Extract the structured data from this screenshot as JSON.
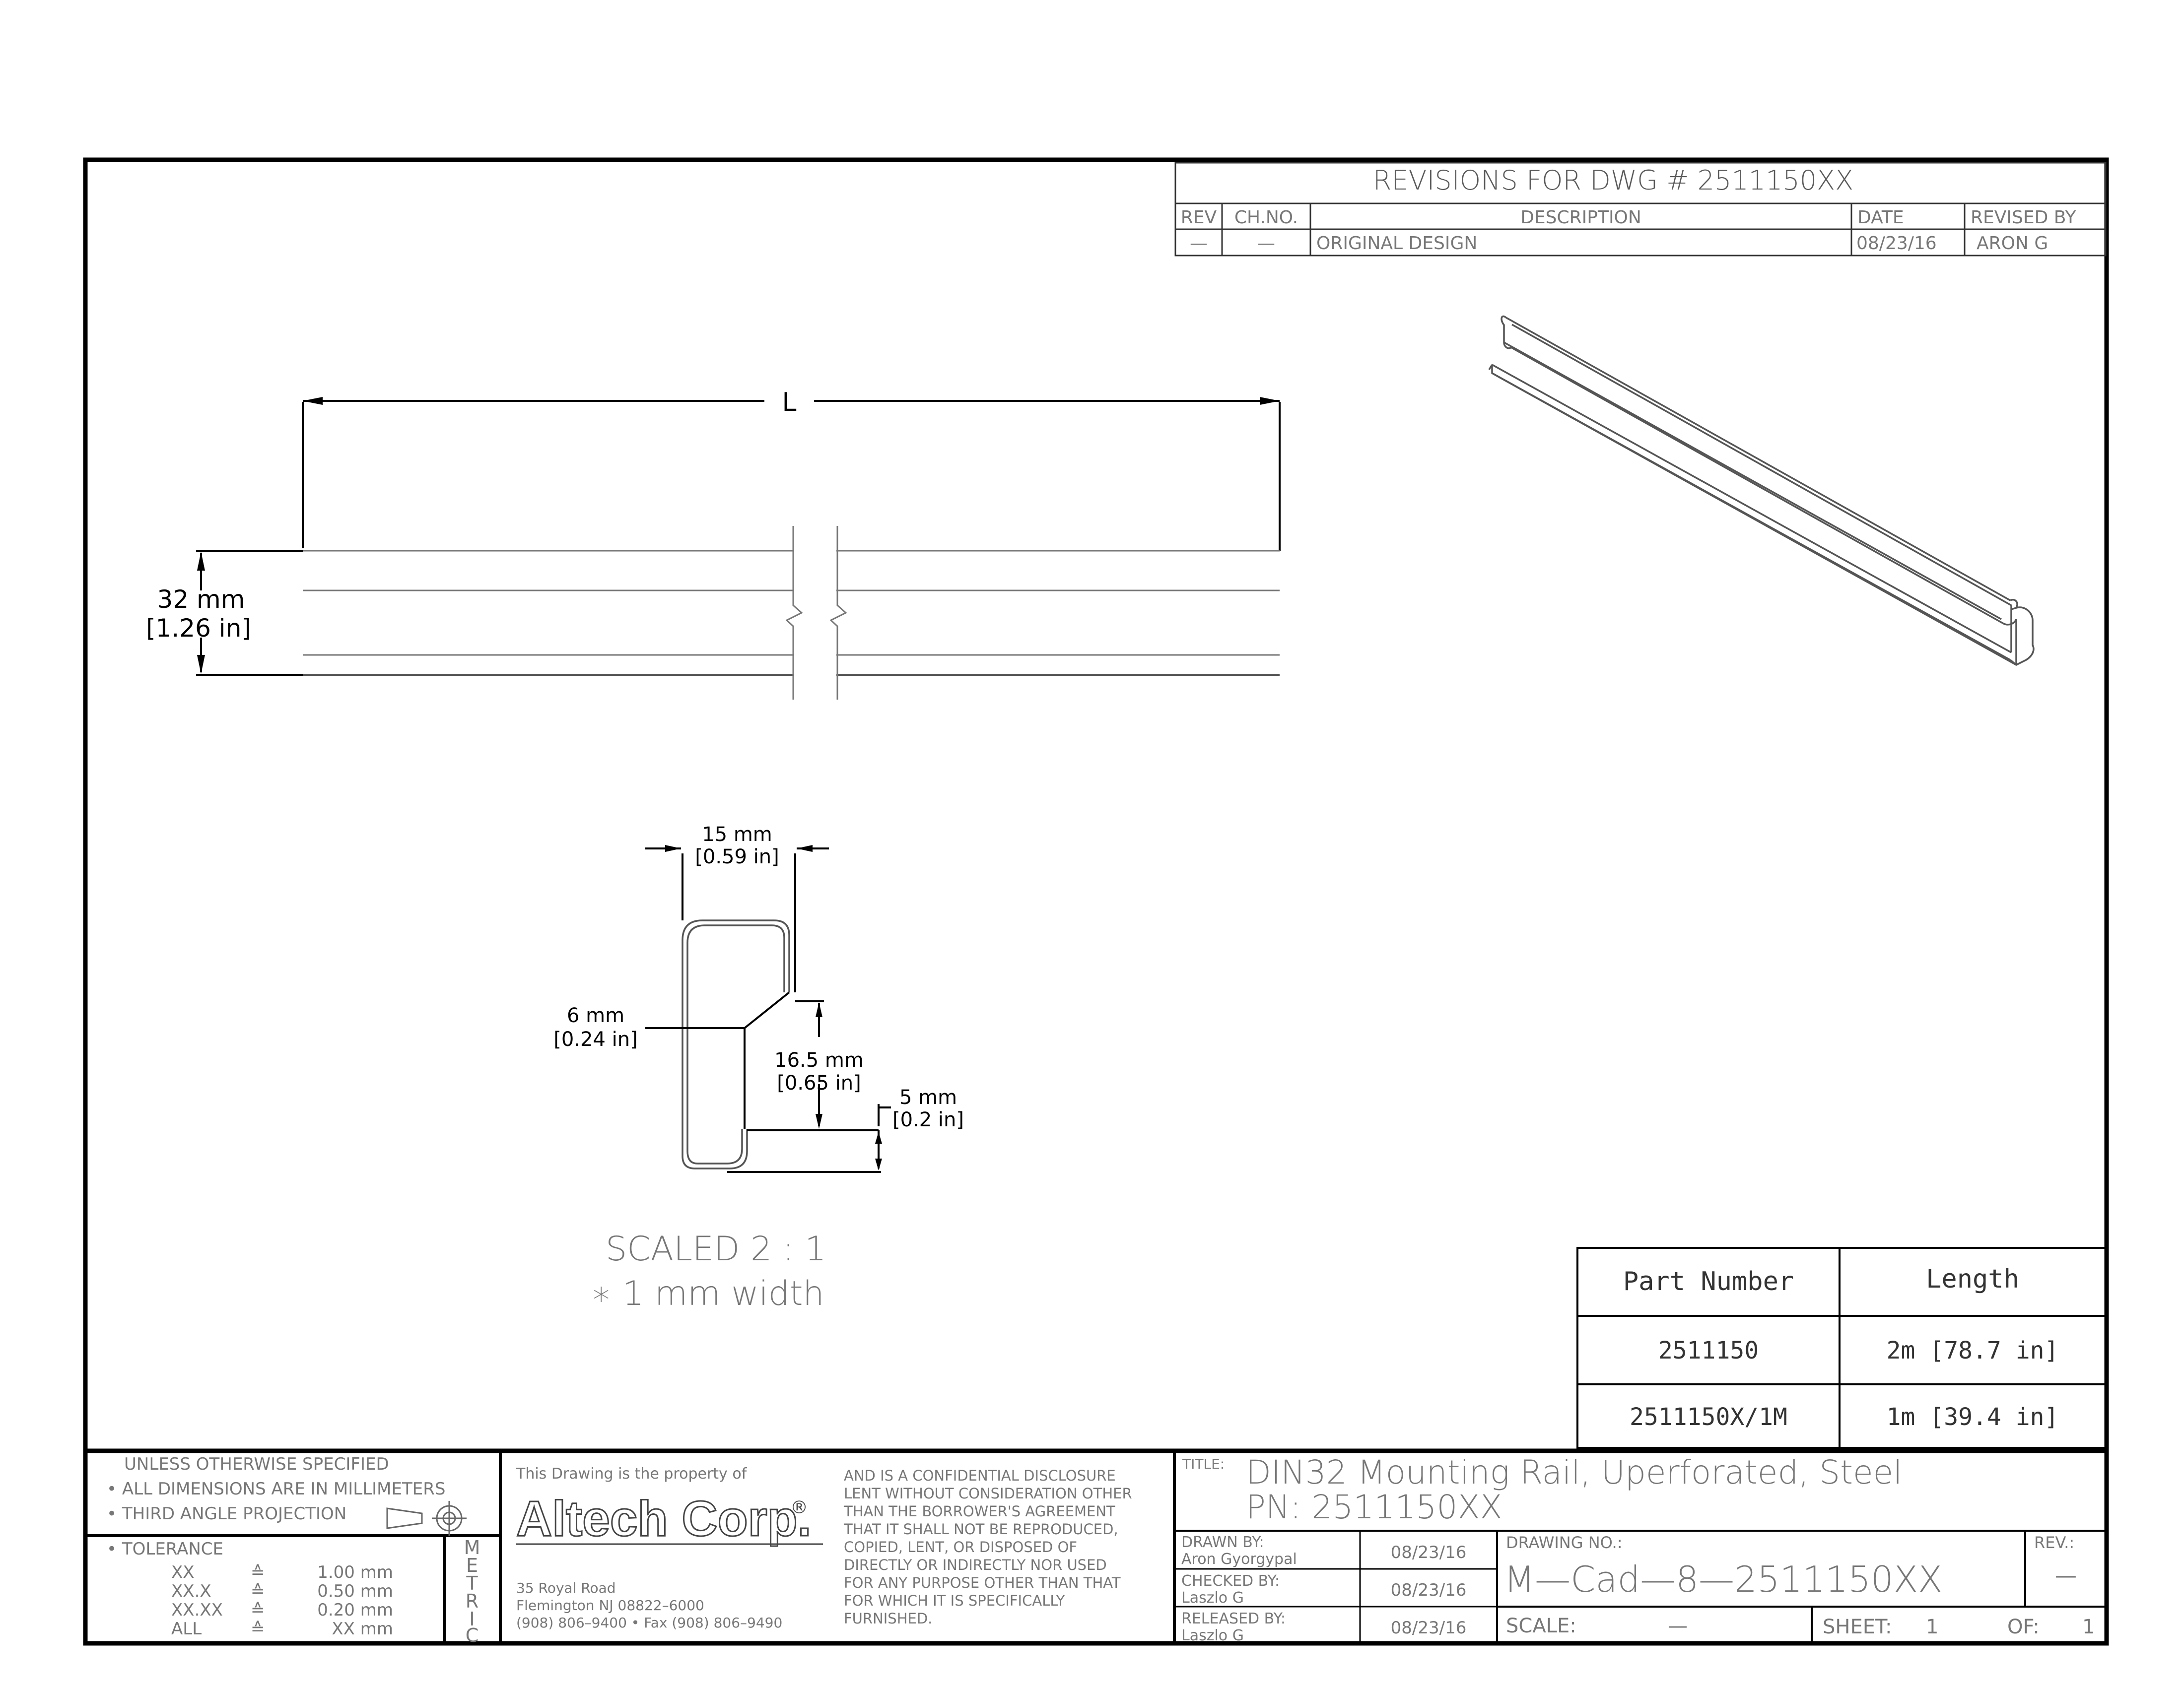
{
  "revisions": {
    "title": "REVISIONS FOR DWG # 2511150XX",
    "headers": [
      "REV",
      "CH.NO.",
      "DESCRIPTION",
      "DATE",
      "REVISED BY"
    ],
    "rows": [
      [
        "—",
        "—",
        "ORIGINAL DESIGN",
        "08/23/16",
        "ARON G"
      ]
    ]
  },
  "side_view": {
    "length_label": "L",
    "height_mm": "32 mm",
    "height_in": "[1.26 in]"
  },
  "profile": {
    "width_mm": "15 mm",
    "width_in": "[0.59 in]",
    "flange_mm": "6 mm",
    "flange_in": "[0.24 in]",
    "depth_mm": "16.5 mm",
    "depth_in": "[0.65 in]",
    "lip_mm": "5 mm",
    "lip_in": "[0.2 in]",
    "scale_note": "SCALED 2 : 1",
    "width_note": "∗ 1 mm width"
  },
  "parts_table": {
    "headers": [
      "Part Number",
      "Length"
    ],
    "rows": [
      [
        "2511150",
        "2m [78.7 in]"
      ],
      [
        "2511150X/1M",
        "1m [39.4 in]"
      ]
    ]
  },
  "notes": {
    "line1": "UNLESS OTHERWISE SPECIFIED",
    "line2": "• ALL DIMENSIONS ARE IN MILLIMETERS",
    "line3": "• THIRD ANGLE PROJECTION",
    "tolerance_label": "• TOLERANCE",
    "tolerances": [
      {
        "k": "XX",
        "s": "≙",
        "v": "1.00 mm"
      },
      {
        "k": "XX.X",
        "s": "≙",
        "v": "0.50 mm"
      },
      {
        "k": "XX.XX",
        "s": "≙",
        "v": "0.20 mm"
      },
      {
        "k": "ALL",
        "s": "≙",
        "v": "XX mm"
      }
    ],
    "metric_letters": [
      "M",
      "E",
      "T",
      "R",
      "I",
      "C"
    ]
  },
  "company": {
    "property_text": "This Drawing is the property of",
    "logo_text": "Altech Corp.",
    "registered": "®",
    "address1": "35 Royal Road",
    "address2": "Flemington NJ 08822–6000",
    "phones": "(908) 806–9400 • Fax (908) 806–9490",
    "disclosure": [
      "AND IS A CONFIDENTIAL DISCLOSURE",
      "LENT WITHOUT CONSIDERATION OTHER",
      "THAN THE BORROWER'S AGREEMENT",
      "THAT IT SHALL NOT BE REPRODUCED,",
      "COPIED, LENT, OR DISPOSED OF",
      "DIRECTLY OR INDIRECTLY NOR USED",
      "FOR ANY PURPOSE OTHER THAN THAT",
      "FOR WHICH IT IS SPECIFICALLY",
      "FURNISHED."
    ]
  },
  "title_block": {
    "title_label": "TITLE:",
    "title_line1": "DIN32 Mounting Rail, Uperforated, Steel",
    "title_line2": "PN: 2511150XX",
    "drawn_label": "DRAWN BY:",
    "drawn_name": "Aron Gyorgypal",
    "drawn_date": "08/23/16",
    "checked_label": "CHECKED BY:",
    "checked_name": "Laszlo G",
    "checked_date": "08/23/16",
    "released_label": "RELEASED BY:",
    "released_name": "Laszlo G",
    "released_date": "08/23/16",
    "drawing_no_label": "DRAWING NO.:",
    "drawing_no": "M—Cad—8—2511150XX",
    "rev_label": "REV.:",
    "rev_value": "—",
    "scale_label": "SCALE:",
    "scale_value": "—",
    "sheet_label": "SHEET:",
    "sheet_value": "1",
    "of_label": "OF:",
    "of_value": "1"
  }
}
